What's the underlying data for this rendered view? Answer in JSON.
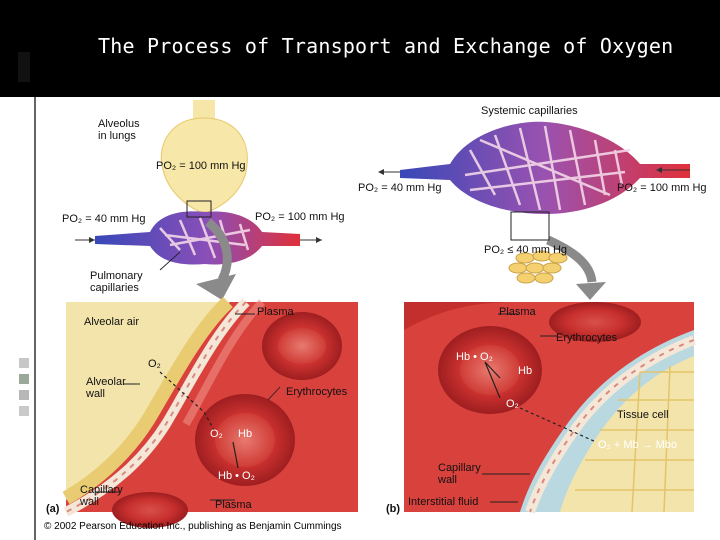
{
  "slide": {
    "title": "The Process of Transport and Exchange of Oxygen"
  },
  "figure": {
    "top_left": {
      "alveolus": "Alveolus\nin lungs",
      "po2_alveolus": "PO₂ = 100 mm Hg",
      "po2_in": "PO₂ = 40 mm Hg",
      "po2_out": "PO₂ = 100 mm Hg",
      "capillaries": "Pulmonary\ncapillaries"
    },
    "top_right": {
      "capillaries": "Systemic capillaries",
      "po2_out": "PO₂ = 40 mm Hg",
      "po2_in": "PO₂ = 100 mm Hg",
      "po2_tissue": "PO₂ ≤ 40 mm Hg"
    },
    "panel_a": {
      "alveolar_air": "Alveolar air",
      "plasma_top": "Plasma",
      "o2_a": "O₂",
      "alveolar_wall": "Alveolar\nwall",
      "erythrocytes": "Erythrocytes",
      "o2_b": "O₂",
      "hb": "Hb",
      "hbo2": "Hb • O₂",
      "capillary_wall": "Capillary\nwall",
      "plasma_bottom": "Plasma",
      "panel_label": "(a)"
    },
    "panel_b": {
      "plasma": "Plasma",
      "erythrocytes": "Erythrocytes",
      "hbo2": "Hb • O₂",
      "hb": "Hb",
      "o2": "O₂",
      "tissue_cell": "Tissue cell",
      "o2_mb": "O₂ + Mb → Mbo",
      "capillary_wall": "Capillary\nwall",
      "interstitial": "Interstitial fluid",
      "panel_label": "(b)"
    },
    "copyright": "© 2002 Pearson Education Inc., publishing as Benjamin Cummings"
  }
}
